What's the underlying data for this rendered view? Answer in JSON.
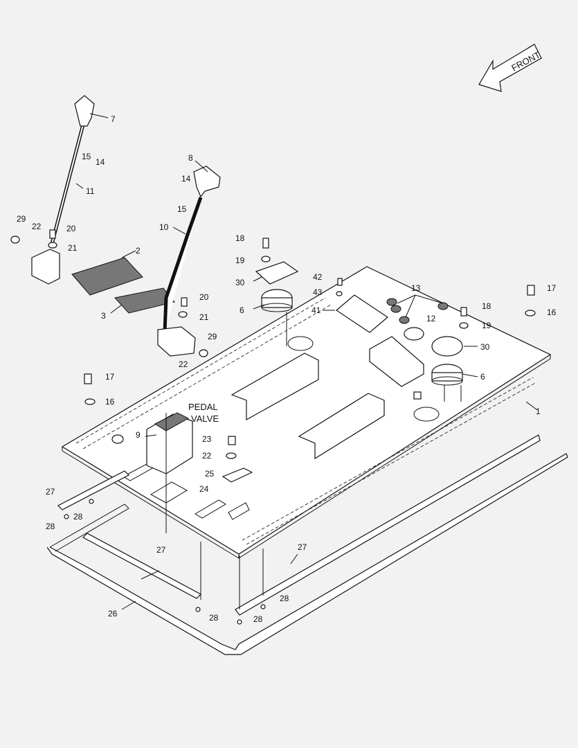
{
  "front_arrow": {
    "label": "FRONT"
  },
  "pedal_valve": {
    "line1": "PEDAL",
    "line2": "VALVE"
  },
  "callouts": {
    "c1": "1",
    "c2": "2",
    "c3": "3",
    "c6a": "6",
    "c6b": "6",
    "c7": "7",
    "c8": "8",
    "c9": "9",
    "c10": "10",
    "c11": "11",
    "c12": "12",
    "c13": "13",
    "c14a": "14",
    "c14b": "14",
    "c15a": "15",
    "c15b": "15",
    "c16a": "16",
    "c16b": "16",
    "c17a": "17",
    "c17b": "17",
    "c18a": "18",
    "c18b": "18",
    "c19a": "19",
    "c19b": "19",
    "c20a": "20",
    "c20b": "20",
    "c21a": "21",
    "c21b": "21",
    "c22a": "22",
    "c22b": "22",
    "c22c": "22",
    "c23": "23",
    "c24": "24",
    "c25": "25",
    "c26": "26",
    "c27a": "27",
    "c27b": "27",
    "c27c": "27",
    "c28a": "28",
    "c28b": "28",
    "c28c": "28",
    "c28d": "28",
    "c28e": "28",
    "c29a": "29",
    "c29b": "29",
    "c30a": "30",
    "c30b": "30",
    "c41": "41",
    "c42": "42",
    "c43": "43"
  }
}
